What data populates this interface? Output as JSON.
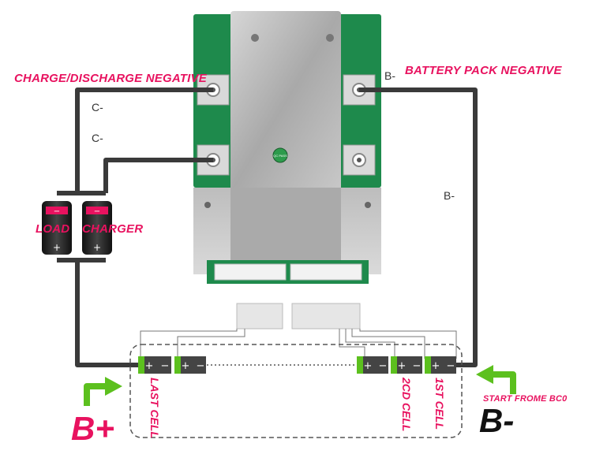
{
  "labels": {
    "charge_discharge_negative": "CHARGE/DISCHARGE NEGATIVE",
    "battery_pack_negative": "BATTERY  PACK NEGATIVE",
    "b_minus_board": "B-",
    "c_minus_top": "C-",
    "c_minus_bottom": "C-",
    "b_minus_side": "B-",
    "load": "LOAD",
    "charger": "CHARGER",
    "last_cell": "LAST CELL",
    "second_cell": "2CD CELL",
    "first_cell": "1ST CELL",
    "b_plus_big": "B+",
    "b_minus_big": "B-",
    "start_from": "START FROME BC0",
    "chip_text": "QC PASS"
  },
  "symbols": {
    "minus": "−",
    "plus": "+"
  },
  "colors": {
    "accent_pink": "#e8125f",
    "wire": "#3a3a3a",
    "pcb_green": "#1e8a4c",
    "cell_green": "#5cc01e",
    "arrow_green": "#5cc01e"
  }
}
